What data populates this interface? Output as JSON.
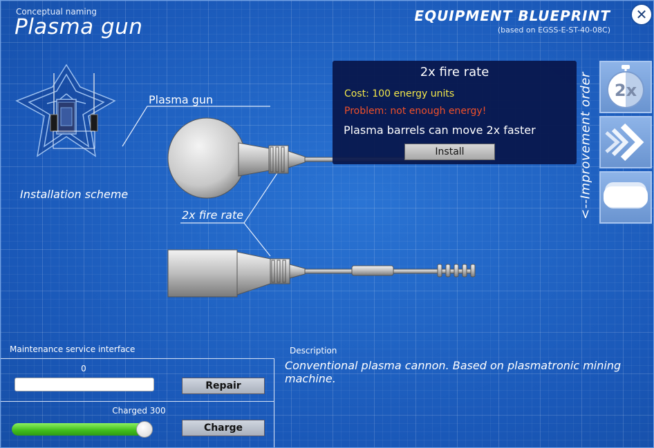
{
  "header": {
    "concept_label": "Conceptual naming",
    "item_name": "Plasma gun",
    "blueprint_title": "EQUIPMENT BLUEPRINT",
    "blueprint_subtitle": "(based on EGSS-E-ST-40-08C)",
    "close_icon": "close-icon"
  },
  "scheme": {
    "caption": "Installation scheme",
    "part_label": "Plasma gun",
    "upgrade_label": "2x fire rate"
  },
  "tooltip": {
    "title": "2x fire rate",
    "cost": "Cost: 100 energy units",
    "problem": "Problem: not enough energy!",
    "description": "Plasma barrels can move 2x faster",
    "install_label": "Install",
    "cost_color": "#f4e84a",
    "problem_color": "#f0502a"
  },
  "improvements": {
    "label": "<--Improvement order",
    "items": [
      {
        "icon": "stopwatch-2x-icon",
        "text": "2x"
      },
      {
        "icon": "double-chevron-right-icon"
      },
      {
        "icon": "rounded-bar-icon"
      }
    ]
  },
  "maintenance": {
    "label": "Maintenance service interface",
    "repair_value": "0",
    "repair_label": "Repair",
    "charge_value": "Charged 300",
    "charge_label": "Charge",
    "charge_level": 0.94
  },
  "description": {
    "label": "Description",
    "text": "Conventional plasma cannon. Based on plasmatronic mining machine."
  },
  "colors": {
    "background": "#1c5fc2",
    "tooltip_bg": "#08164a",
    "charge_green": "#3fbc1c"
  }
}
